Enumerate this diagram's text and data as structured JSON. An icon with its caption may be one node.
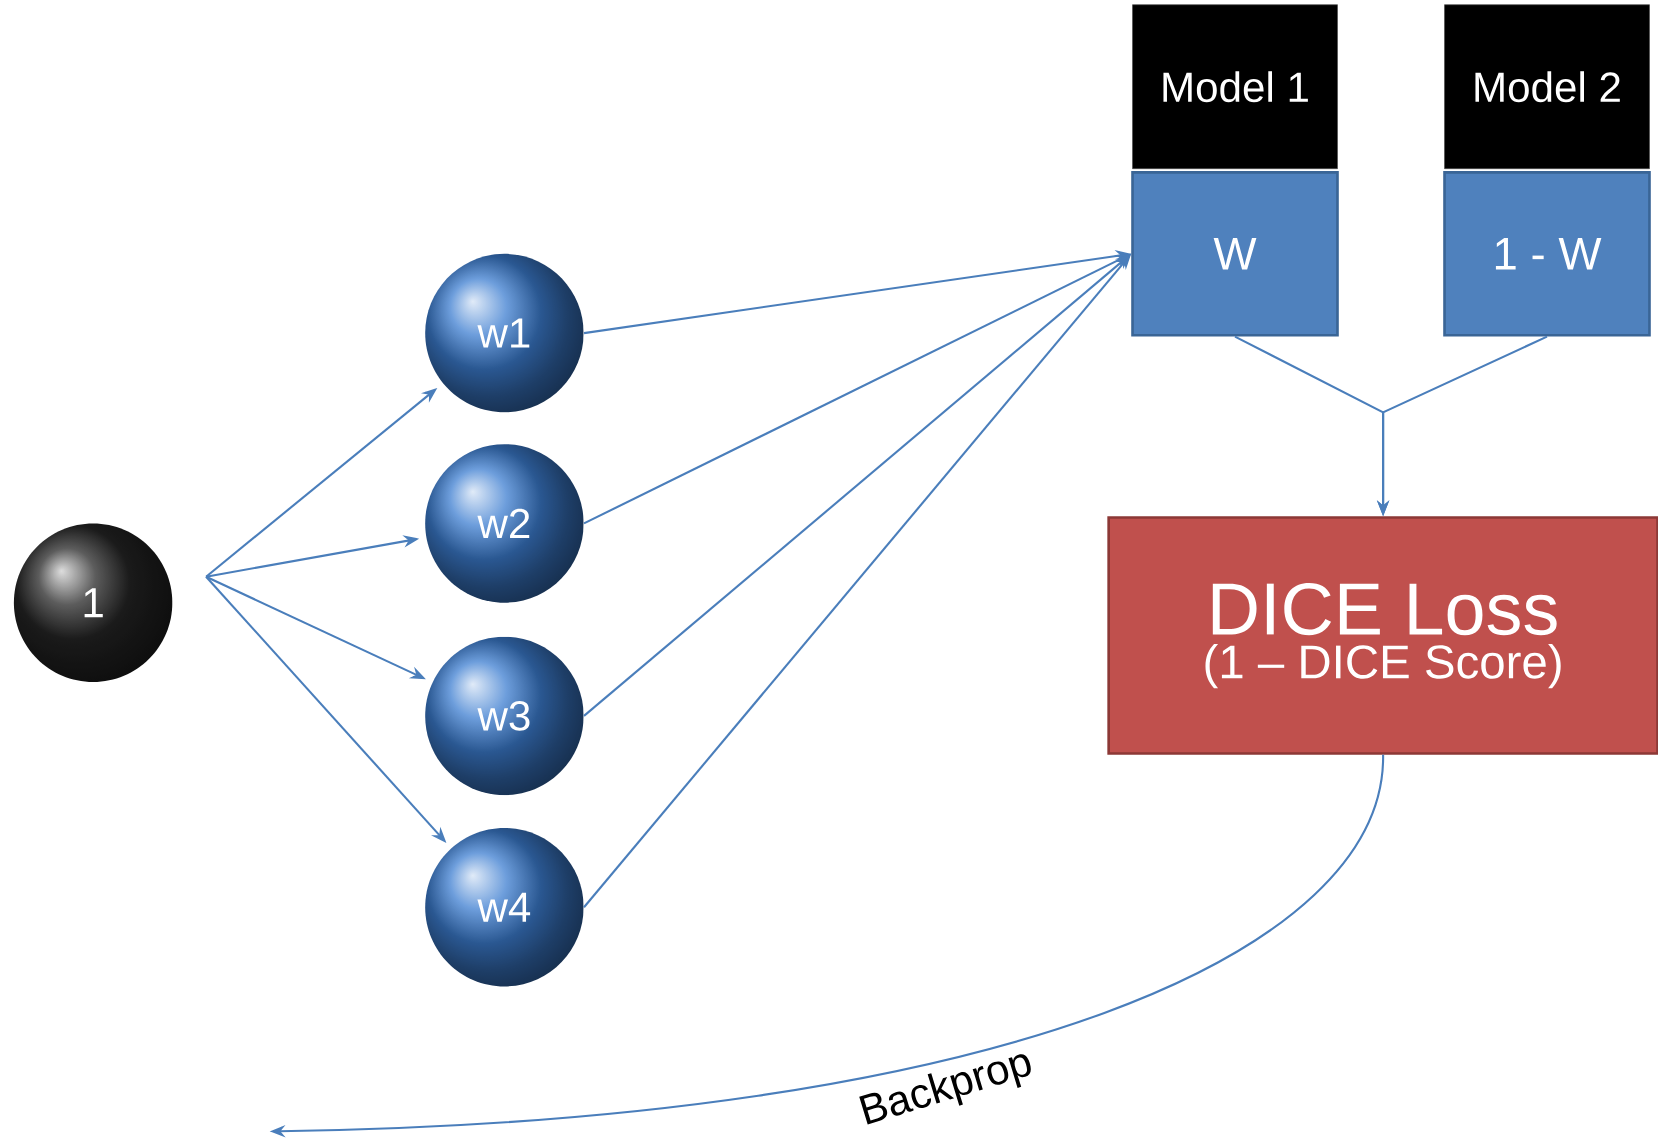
{
  "diagram": {
    "nodes": [
      {
        "text": [
          "1"
        ]
      },
      {
        "text": [
          "w1"
        ]
      },
      {
        "text": [
          "w2"
        ]
      },
      {
        "text": [
          "w3"
        ]
      },
      {
        "text": [
          "w4"
        ]
      },
      {
        "text": [
          "Model 1"
        ]
      },
      {
        "text": [
          "W"
        ]
      },
      {
        "text": [
          "Model 2"
        ]
      },
      {
        "text": [
          "1 - W"
        ]
      },
      {
        "text": [
          "DICE Loss",
          "(1 – DICE Score)"
        ]
      }
    ],
    "edges": [
      {
        "from": 0,
        "to": 1,
        "arrow": "to"
      },
      {
        "from": 0,
        "to": 2,
        "arrow": "to"
      },
      {
        "from": 0,
        "to": 3,
        "arrow": "to"
      },
      {
        "from": 0,
        "to": 4,
        "arrow": "to"
      },
      {
        "from": 1,
        "to": 6,
        "arrow": "to"
      },
      {
        "from": 2,
        "to": 6,
        "arrow": "to"
      },
      {
        "from": 3,
        "to": 6,
        "arrow": "to"
      },
      {
        "from": 4,
        "to": 6,
        "arrow": "to"
      },
      {
        "from": 6,
        "to": 9,
        "arrow": "to"
      },
      {
        "from": 8,
        "to": 9,
        "arrow": "to"
      },
      {
        "from": 9,
        "to": null,
        "arrow": "to",
        "label": "Backprop"
      }
    ]
  }
}
